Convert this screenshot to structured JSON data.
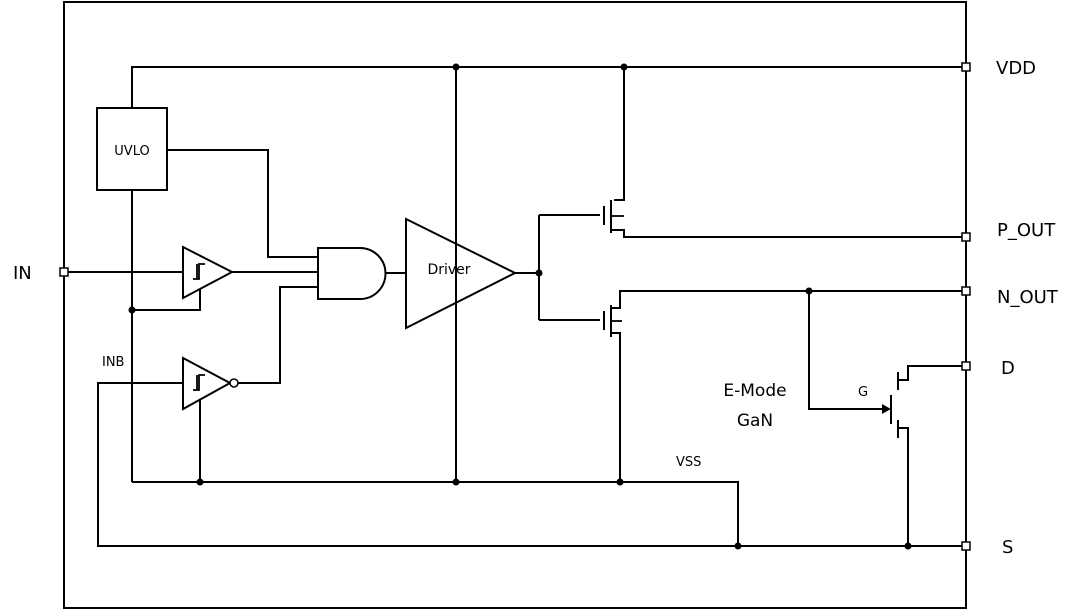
{
  "pins": {
    "vdd": "VDD",
    "p_out": "P_OUT",
    "n_out": "N_OUT",
    "d": "D",
    "s": "S",
    "in": "IN"
  },
  "blocks": {
    "uvlo": "UVLO",
    "driver": "Driver",
    "gan_line1": "E-Mode",
    "gan_line2": "GaN"
  },
  "nets": {
    "inb": "INB",
    "vss": "VSS",
    "gate": "G"
  }
}
